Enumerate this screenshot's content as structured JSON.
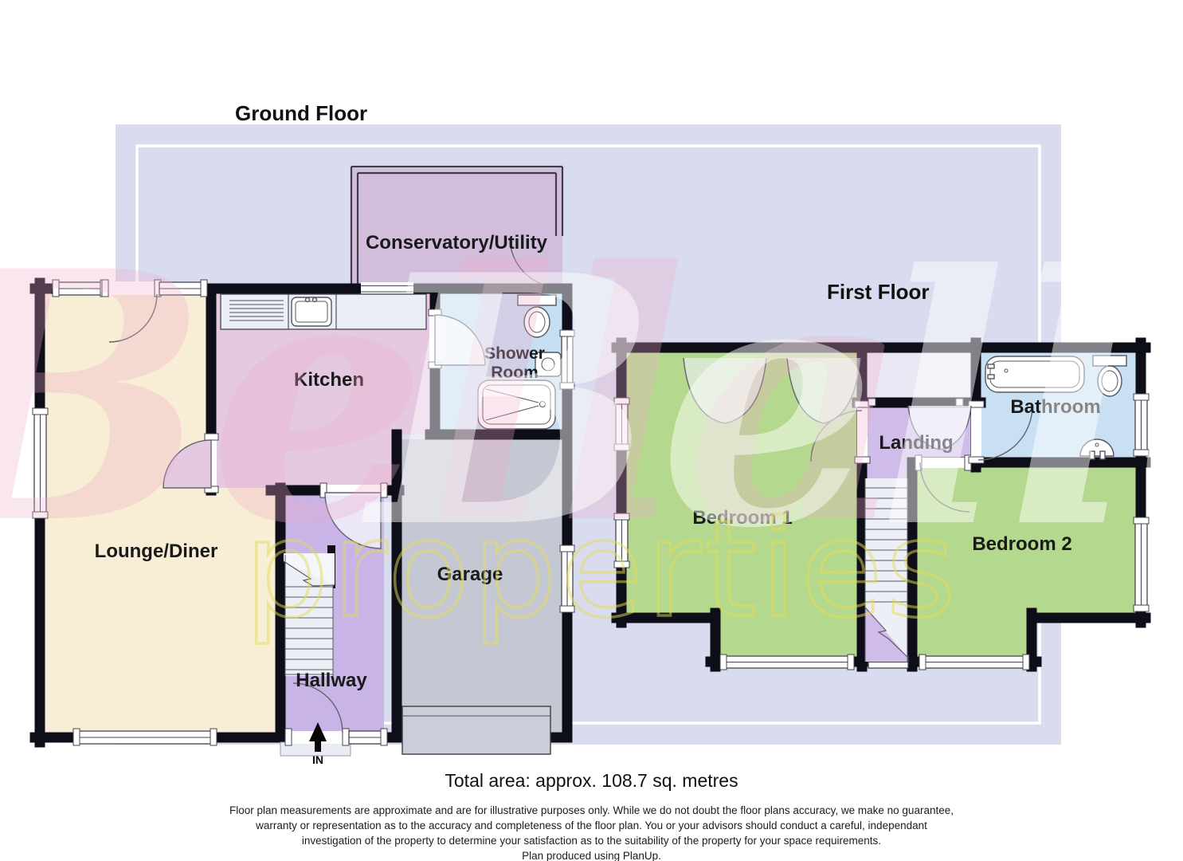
{
  "titles": {
    "ground_floor": "Ground Floor",
    "first_floor": "First Floor"
  },
  "panel": {
    "bg_color": "#d8dcee",
    "inner_border_color": "#ffffff"
  },
  "watermark": {
    "script_text": "Bella",
    "sub_text": "properties",
    "script_pink_color": "#efaccb",
    "script_white_color": "#ffffff",
    "sub_color": "#e3dc55"
  },
  "ground_floor": {
    "rooms": {
      "conservatory": {
        "label": "Conservatory/Utility",
        "color": "#d2bddc"
      },
      "kitchen": {
        "label": "Kitchen",
        "color": "#e4c9e1"
      },
      "shower_room": {
        "lines": [
          "Shower",
          "Room"
        ],
        "color": "#c5def2"
      },
      "lounge": {
        "label": "Lounge/Diner",
        "color": "#f8edd5"
      },
      "hallway": {
        "label": "Hallway",
        "color": "#c8b4e6"
      },
      "garage": {
        "label": "Garage",
        "color": "#c4c8d3"
      }
    },
    "entrance_label": "IN"
  },
  "first_floor": {
    "rooms": {
      "bedroom1": {
        "label": "Bedroom 1",
        "color": "#b4d88d"
      },
      "bedroom2": {
        "label": "Bedroom 2",
        "color": "#b4d88d"
      },
      "landing": {
        "label": "Landing",
        "color": "#d0bce9"
      },
      "bathroom": {
        "label": "Bathroom",
        "color": "#c9e0f4"
      }
    }
  },
  "footer": {
    "total_area": "Total area: approx. 108.7 sq. metres",
    "disclaimer_lines": [
      "Floor plan measurements are approximate and are for illustrative purposes only. While we do not doubt the floor plans accuracy, we make no guarantee,",
      "warranty or representation as to the accuracy and completeness of the floor plan. You or your advisors should conduct a careful, independant",
      "investigation of the property to determine your satisfaction as to the suitability of the property for your space requirements.",
      "Plan produced using PlanUp."
    ]
  }
}
